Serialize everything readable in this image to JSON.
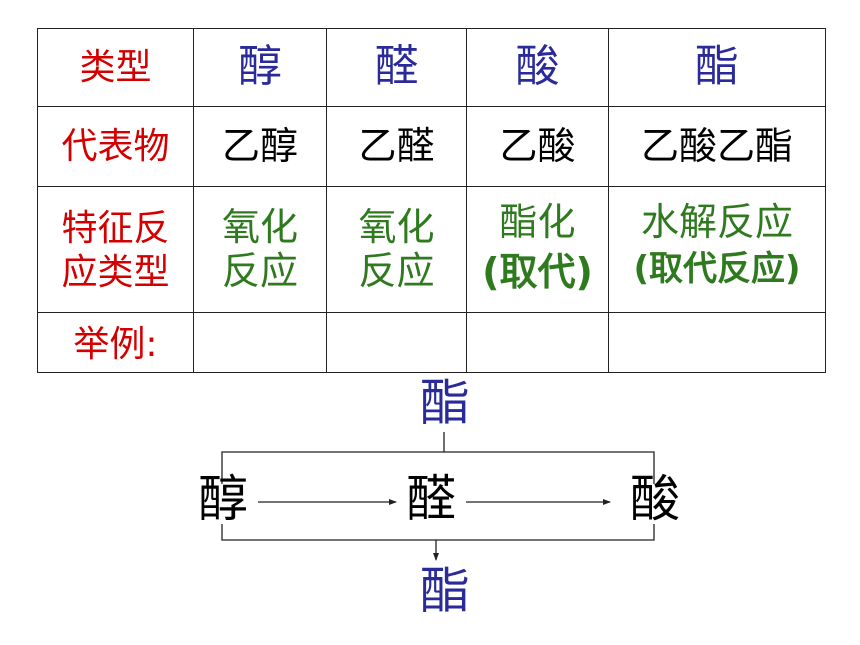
{
  "table": {
    "header": [
      "类型",
      "醇",
      "醛",
      "酸",
      "酯"
    ],
    "rows": [
      {
        "label_lines": [
          "代表物"
        ],
        "cells": [
          "乙醇",
          "乙醛",
          "乙酸",
          "乙酸乙酯"
        ]
      },
      {
        "label_lines": [
          "特征反",
          "应类型"
        ],
        "cells": [
          [
            "氧化",
            "反应"
          ],
          [
            "氧化",
            "反应"
          ],
          [
            "酯化",
            "(取代)"
          ],
          [
            "水解反应",
            "(取代反应)"
          ]
        ]
      },
      {
        "label_lines": [
          "举例:"
        ],
        "cells": [
          "",
          "",
          "",
          ""
        ]
      }
    ]
  },
  "diagram": {
    "top": "酯",
    "left": "醇",
    "middle": "醛",
    "right": "酸",
    "bottom": "酯"
  },
  "colors": {
    "label": "#d40000",
    "header": "#2a2a9a",
    "reaction": "#2f7a1f",
    "text": "#000000"
  }
}
